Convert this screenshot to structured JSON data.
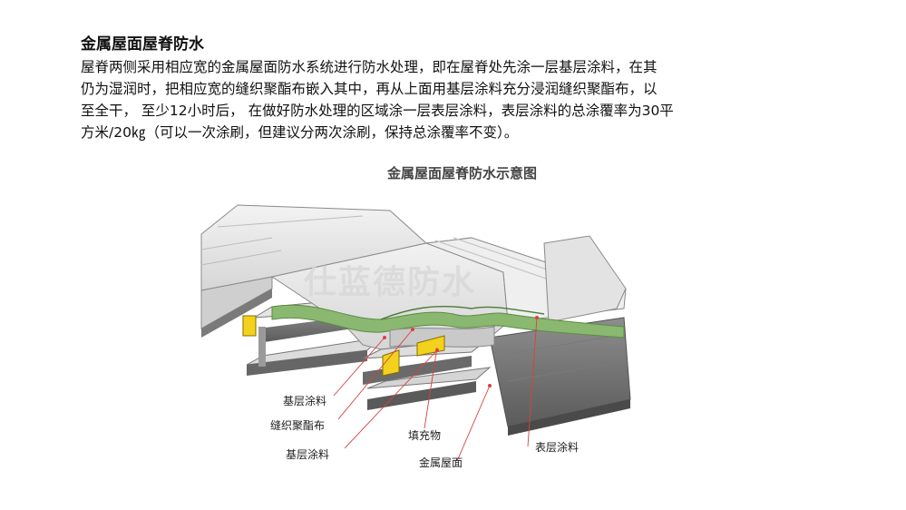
{
  "heading": "金属屋面屋脊防水",
  "paragraph": [
    "屋脊两侧采用相应宽的金属屋面防水系统进行防水处理，即在屋脊处先涂一层基层涂料，在其",
    "仍为湿润时，把相应宽的缝织聚酯布嵌入其中，再从上面用基层涂料充分浸润缝织聚酯布，以",
    "至全干，  至少12小时后，  在做好防水处理的区域涂一层表层涂料，表层涂料的总涂覆率为30平",
    "方米/20㎏（可以一次涂刷，但建议分两次涂刷，保持总涂覆率不变）。"
  ],
  "figure": {
    "caption": "金属屋面屋脊防水示意图",
    "watermark": "仕蓝德防水",
    "labels": {
      "base_coat_1": "基层涂料",
      "polyester": "缝织聚酯布",
      "base_coat_2": "基层涂料",
      "filler": "填充物",
      "metal_roof": "金属屋面",
      "top_coat": "表层涂料"
    },
    "colors": {
      "membrane": "#8ab870",
      "filler": "#f2d21c",
      "leader": "#d94040",
      "metal": "#b9b9b9"
    }
  }
}
